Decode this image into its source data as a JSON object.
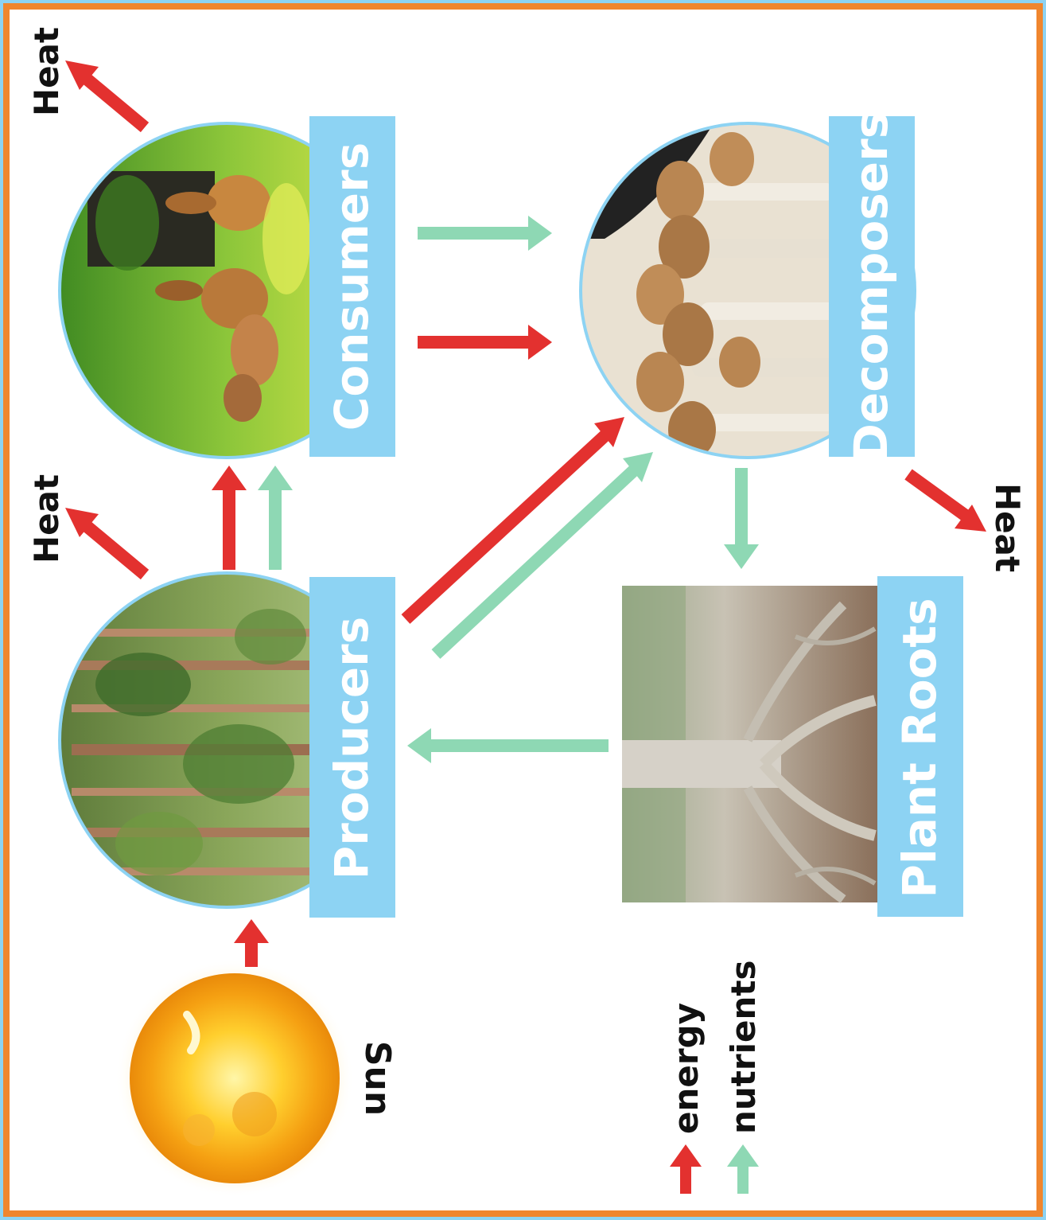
{
  "colors": {
    "energy": "#e3312f",
    "nutrients": "#8ed8b4",
    "label_bg": "#8dd3f3",
    "border_outer": "#f0862e",
    "border_inner": "#8dd3f3",
    "circle_ring": "#8dd3f3"
  },
  "nodes": {
    "producers": {
      "label": "Producers",
      "image": "forest of tall trees"
    },
    "consumers": {
      "label": "Consumers",
      "image": "deer in a green field"
    },
    "decomposers": {
      "label": "Decomposers",
      "image": "cluster of mushrooms"
    },
    "plant_roots": {
      "label": "Plant Roots",
      "image": "tree roots in soil"
    },
    "sun": {
      "label": "Sun",
      "image": "sun"
    }
  },
  "heat_labels": {
    "consumers": "Heat",
    "producers": "Heat",
    "decomposers": "Heat"
  },
  "legend": {
    "energy": "energy",
    "nutrients": "nutrients"
  }
}
